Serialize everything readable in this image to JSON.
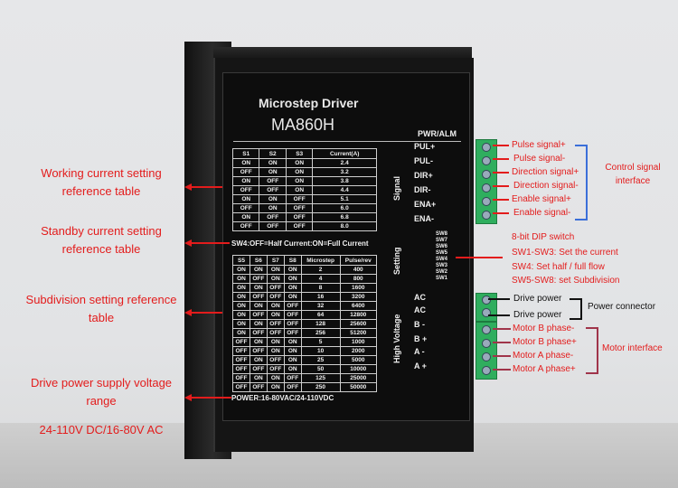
{
  "device": {
    "title": "Microstep Driver",
    "model": "MA860H",
    "pwr_alm": "PWR/ALM",
    "signal_label": "Signal",
    "setting_label": "Setting",
    "hv_label": "High Voltage",
    "sw4_note": "SW4:OFF=Half Current:ON=Full Current",
    "power_note": "POWER:16-80VAC/24-110VDC",
    "signal_pins": [
      "PUL+",
      "PUL-",
      "DIR+",
      "DIR-",
      "ENA+",
      "ENA-"
    ],
    "switches": [
      "SW8",
      "SW7",
      "SW6",
      "SW5",
      "SW4",
      "SW3",
      "SW2",
      "SW1"
    ],
    "hv_pins": [
      "AC",
      "AC",
      "B -",
      "B +",
      "A -",
      "A +"
    ]
  },
  "current_table": {
    "headers": [
      "S1",
      "S2",
      "S3",
      "Current(A)"
    ],
    "rows": [
      [
        "ON",
        "ON",
        "ON",
        "2.4"
      ],
      [
        "OFF",
        "ON",
        "ON",
        "3.2"
      ],
      [
        "ON",
        "OFF",
        "ON",
        "3.8"
      ],
      [
        "OFF",
        "OFF",
        "ON",
        "4.4"
      ],
      [
        "ON",
        "ON",
        "OFF",
        "5.1"
      ],
      [
        "OFF",
        "ON",
        "OFF",
        "6.0"
      ],
      [
        "ON",
        "OFF",
        "OFF",
        "6.8"
      ],
      [
        "OFF",
        "OFF",
        "OFF",
        "8.0"
      ]
    ]
  },
  "microstep_table": {
    "headers": [
      "S5",
      "S6",
      "S7",
      "S8",
      "Microstep",
      "Pulse/rev"
    ],
    "rows": [
      [
        "ON",
        "ON",
        "ON",
        "ON",
        "2",
        "400"
      ],
      [
        "ON",
        "OFF",
        "ON",
        "ON",
        "4",
        "800"
      ],
      [
        "ON",
        "ON",
        "OFF",
        "ON",
        "8",
        "1600"
      ],
      [
        "ON",
        "OFF",
        "OFF",
        "ON",
        "16",
        "3200"
      ],
      [
        "ON",
        "ON",
        "ON",
        "OFF",
        "32",
        "6400"
      ],
      [
        "ON",
        "OFF",
        "ON",
        "OFF",
        "64",
        "12800"
      ],
      [
        "ON",
        "ON",
        "OFF",
        "OFF",
        "128",
        "25600"
      ],
      [
        "ON",
        "OFF",
        "OFF",
        "OFF",
        "256",
        "51200"
      ],
      [
        "OFF",
        "ON",
        "ON",
        "ON",
        "5",
        "1000"
      ],
      [
        "OFF",
        "OFF",
        "ON",
        "ON",
        "10",
        "2000"
      ],
      [
        "OFF",
        "ON",
        "OFF",
        "ON",
        "25",
        "5000"
      ],
      [
        "OFF",
        "OFF",
        "OFF",
        "ON",
        "50",
        "10000"
      ],
      [
        "OFF",
        "ON",
        "ON",
        "OFF",
        "125",
        "25000"
      ],
      [
        "OFF",
        "OFF",
        "ON",
        "OFF",
        "250",
        "50000"
      ]
    ]
  },
  "annotations": {
    "left": [
      "Working current setting reference table",
      "Standby current setting reference table",
      "Subdivision setting reference table",
      "Drive power supply voltage range",
      "24-110V DC/16-80V AC"
    ],
    "signal_items": [
      "Pulse signal+",
      "Pulse signal-",
      "Direction signal+",
      "Direction signal-",
      "Enable signal+",
      "Enable signal-"
    ],
    "control_interface": "Control signal interface",
    "dip": [
      "8-bit DIP switch",
      "SW1-SW3: Set the current",
      "SW4: Set half / full flow",
      "SW5-SW8: set Subdivision"
    ],
    "power_items": [
      "Drive power",
      "Drive power"
    ],
    "power_connector": "Power connector",
    "motor_items": [
      "Motor B phase-",
      "Motor B phase+",
      "Motor A phase-",
      "Motor A phase+"
    ],
    "motor_interface": "Motor interface"
  },
  "colors": {
    "annotation": "#e31c1c",
    "control_bracket": "#3b6fd9",
    "motor_bracket": "#a0344a",
    "terminal": "#2fae5e"
  }
}
